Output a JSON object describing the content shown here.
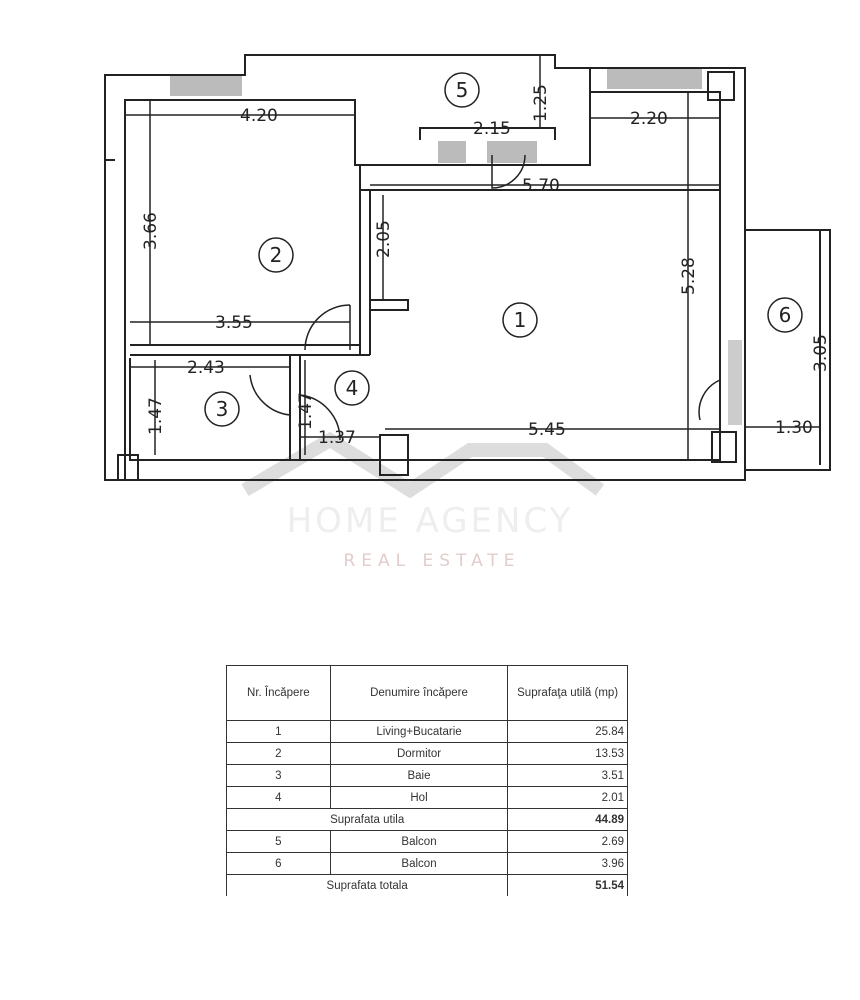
{
  "plan": {
    "room_numbers": [
      "1",
      "2",
      "3",
      "4",
      "5",
      "6"
    ],
    "dimensions": {
      "d_420": "4.20",
      "d_366": "3.66",
      "d_355": "3.55",
      "d_243": "2.43",
      "d_147a": "1.47",
      "d_147b": "1.47",
      "d_137": "1.37",
      "d_205": "2.05",
      "d_215": "2.15",
      "d_125": "1.25",
      "d_220": "2.20",
      "d_570": "5.70",
      "d_528": "5.28",
      "d_545": "5.45",
      "d_305": "3.05",
      "d_130": "1.30"
    },
    "watermark": {
      "line1": "HOME AGENCY",
      "line2": "REAL ESTATE"
    }
  },
  "table": {
    "headers": [
      "Nr. Încăpere",
      "Denumire încăpere",
      "Suprafaţa utilă (mp)"
    ],
    "rows": [
      {
        "nr": "1",
        "name": "Living+Bucatarie",
        "area": "25.84"
      },
      {
        "nr": "2",
        "name": "Dormitor",
        "area": "13.53"
      },
      {
        "nr": "3",
        "name": "Baie",
        "area": "3.51"
      },
      {
        "nr": "4",
        "name": "Hol",
        "area": "2.01"
      }
    ],
    "subtotal": {
      "label": "Suprafata utila",
      "area": "44.89"
    },
    "rows2": [
      {
        "nr": "5",
        "name": "Balcon",
        "area": "2.69"
      },
      {
        "nr": "6",
        "name": "Balcon",
        "area": "3.96"
      }
    ],
    "total": {
      "label": "Suprafata totala",
      "area": "51.54"
    }
  }
}
